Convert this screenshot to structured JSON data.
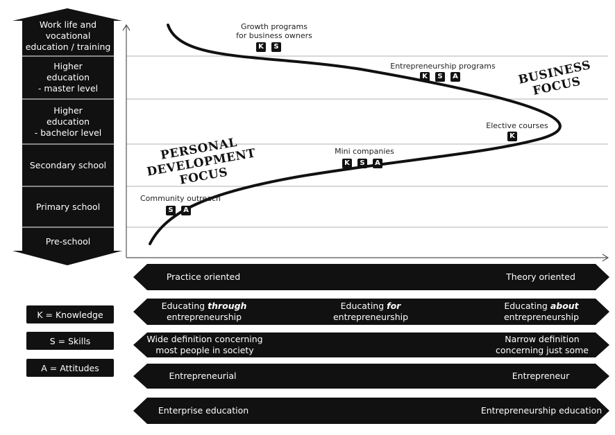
{
  "levels": [
    {
      "label": "Work life and\nvocational\neducation / training"
    },
    {
      "label": "Higher\neducation\n- master level"
    },
    {
      "label": "Higher\neducation\n- bachelor level"
    },
    {
      "label": "Secondary school"
    },
    {
      "label": "Primary school"
    },
    {
      "label": "Pre-school"
    }
  ],
  "programs": {
    "growth": {
      "label": "Growth programs\nfor business owners",
      "badges": [
        "K",
        "S"
      ]
    },
    "entrepreneurship": {
      "label": "Entrepreneurship programs",
      "badges": [
        "K",
        "S",
        "A"
      ]
    },
    "elective": {
      "label": "Elective courses",
      "badges": [
        "K"
      ]
    },
    "mini": {
      "label": "Mini companies",
      "badges": [
        "K",
        "S",
        "A"
      ]
    },
    "community": {
      "label": "Community outreach",
      "badges": [
        "S",
        "A"
      ]
    }
  },
  "focus": {
    "personal": "PERSONAL\nDEVELOPMENT FOCUS",
    "business": "BUSINESS\nFOCUS"
  },
  "bands": [
    {
      "left": "Practice oriented",
      "right": "Theory oriented"
    },
    {
      "left_pre": "Educating ",
      "left_em": "through",
      "left_post": "entrepreneurship",
      "mid_pre": "Educating ",
      "mid_em": "for",
      "mid_post": "entrepreneurship",
      "right_pre": "Educating ",
      "right_em": "about",
      "right_post": "entrepreneurship"
    },
    {
      "left_line1": "Wide definition concerning",
      "left_line2": "most people in society",
      "right_line1": "Narrow definition",
      "right_line2": "concerning just some"
    },
    {
      "left": "Entrepreneurial",
      "right": "Entrepreneur"
    },
    {
      "left": "Enterprise education",
      "right": "Entrepreneurship education"
    }
  ],
  "legend": [
    {
      "text": "K = Knowledge"
    },
    {
      "text": "S = Skills"
    },
    {
      "text": "A = Attitudes"
    }
  ]
}
